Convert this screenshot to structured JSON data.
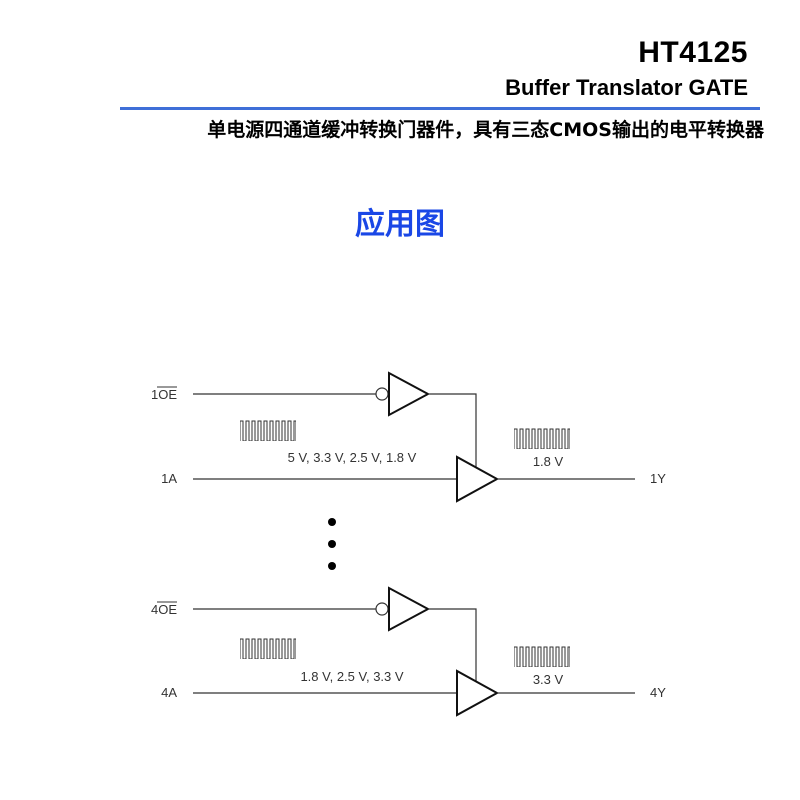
{
  "header": {
    "part_number": "HT4125",
    "subtitle": "Buffer Translator GATE",
    "description": "单电源四通道缓冲转换门器件，具有三态CMOS输出的电平转换器"
  },
  "section_title": "应用图",
  "diagram": {
    "channel1": {
      "oe_prefix": "1",
      "oe_label": "OE",
      "input_label": "1A",
      "output_label": "1Y",
      "input_voltages": "5 V, 3.3 V, 2.5 V, 1.8 V",
      "output_voltage": "1.8 V"
    },
    "channel4": {
      "oe_prefix": "4",
      "oe_label": "OE",
      "input_label": "4A",
      "output_label": "4Y",
      "input_voltages": "1.8 V, 2.5 V, 3.3 V",
      "output_voltage": "3.3 V"
    }
  },
  "colors": {
    "rule": "#3f6fd8",
    "section_title": "#1a47e6",
    "line": "#333333"
  }
}
